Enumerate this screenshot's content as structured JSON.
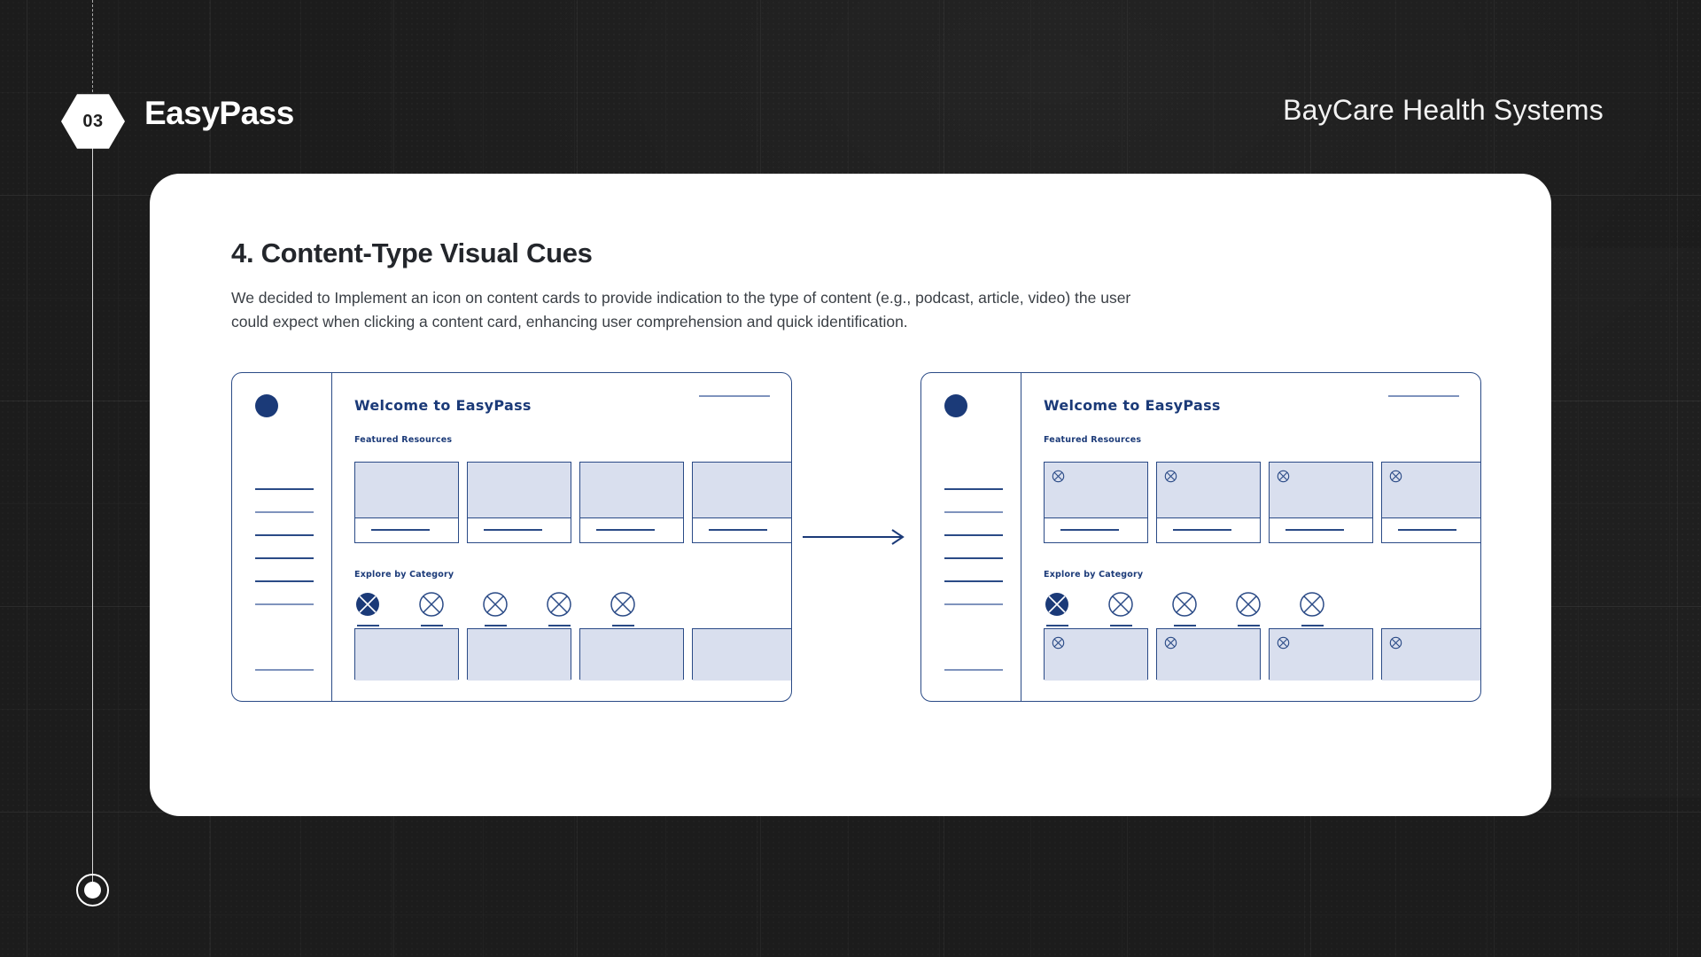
{
  "slide": {
    "step_number": "03",
    "brand": "EasyPass",
    "client": "BayCare Health Systems"
  },
  "panel": {
    "title": "4. Content-Type Visual Cues",
    "body": "We decided to Implement an icon on content cards to provide indication to the type of content (e.g., podcast, article, video) the user could expect when clicking a content card, enhancing user comprehension and quick identification."
  },
  "colors": {
    "background": "#1c1c1c",
    "panel": "#ffffff",
    "wire_stroke": "#2a4a86",
    "wire_navy": "#1b3a78",
    "wire_fill": "#d9dfee",
    "wire_soft": "#7f93bd",
    "text_dark": "#23262b"
  },
  "wireframes": [
    {
      "id": "before",
      "name": "before-wireframe",
      "heading": "Welcome to EasyPass",
      "section_featured": "Featured Resources",
      "section_explore": "Explore by Category",
      "nav_items": 6,
      "nav_footer_items": 1,
      "featured_cards": 4,
      "bottom_cards": 4,
      "categories": 5,
      "active_category_index": 0,
      "cards_have_type_icon": false
    },
    {
      "id": "after",
      "name": "after-wireframe",
      "heading": "Welcome to EasyPass",
      "section_featured": "Featured Resources",
      "section_explore": "Explore by Category",
      "nav_items": 6,
      "nav_footer_items": 1,
      "featured_cards": 4,
      "bottom_cards": 4,
      "categories": 5,
      "active_category_index": 0,
      "cards_have_type_icon": true
    }
  ],
  "transition": {
    "icon": "right-arrow-icon"
  }
}
